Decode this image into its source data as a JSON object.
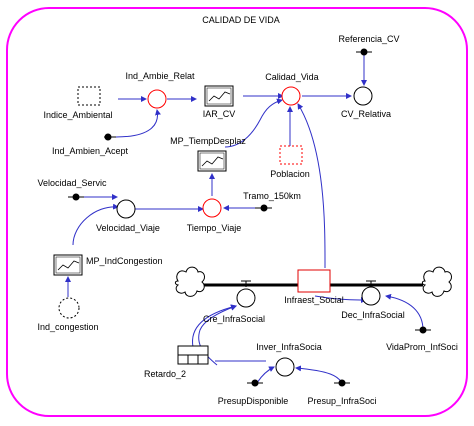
{
  "title": "CALIDAD DE VIDA",
  "colors": {
    "frame": "#ff00ff",
    "link": "#3030c8",
    "highlight": "#ff0000",
    "stock_border": "#e00000"
  },
  "nodes": {
    "indice_ambiental": "Indice_Ambiental",
    "ind_ambien_acept": "Ind_Ambien_Acept",
    "ind_ambie_relat": "Ind_Ambie_Relat",
    "iar_cv": "IAR_CV",
    "calidad_vida": "Calidad_Vida",
    "referencia_cv": "Referencia_CV",
    "cv_relativa": "CV_Relativa",
    "mp_tiempdesplaz": "MP_TiempDesplaz",
    "poblacion": "Poblacion",
    "velocidad_servic": "Velocidad_Servic",
    "velocidad_viaje": "Velocidad_Viaje",
    "tiempo_viaje": "Tiempo_Viaje",
    "tramo_150km": "Tramo_150km",
    "mp_indcongestion": "MP_IndCongestion",
    "ind_congestion": "Ind_congestion",
    "infraest_social": "Infraest_Social",
    "cre_infrasocial": "Cre_InfraSocial",
    "dec_infrasocial": "Dec_InfraSocial",
    "vidaprom_infsoci": "VidaProm_InfSoci",
    "inver_infrasocia": "Inver_InfraSocia",
    "retardo_2": "Retardo_2",
    "presupdisponible": "PresupDisponible",
    "presup_infrasoci": "Presup_InfraSoci"
  }
}
